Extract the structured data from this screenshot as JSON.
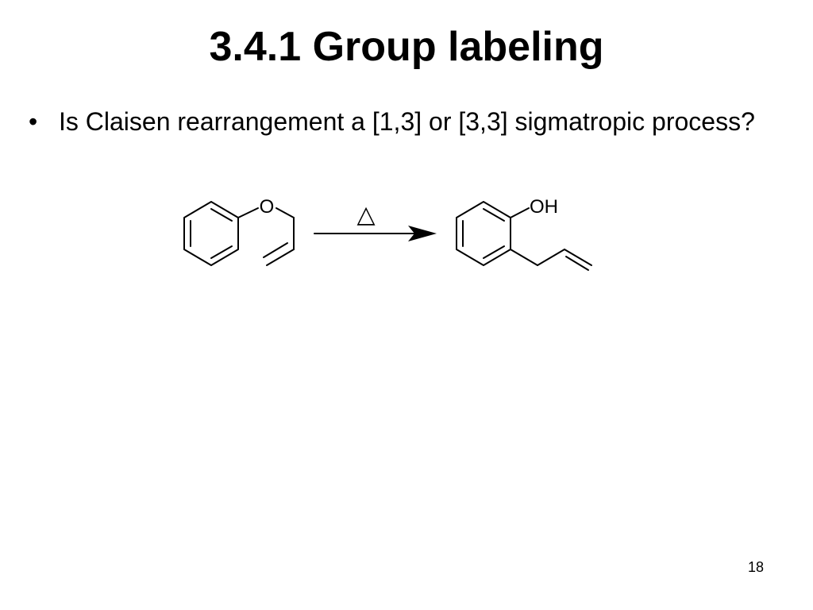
{
  "slide": {
    "title": "3.4.1 Group labeling",
    "bullets": [
      "Is Claisen rearrangement a [1,3] or [3,3] sigmatropic process?"
    ],
    "page_number": "18"
  },
  "reaction": {
    "reactant_atom_label": "O",
    "condition_symbol": "△",
    "product_atom_label": "OH"
  }
}
